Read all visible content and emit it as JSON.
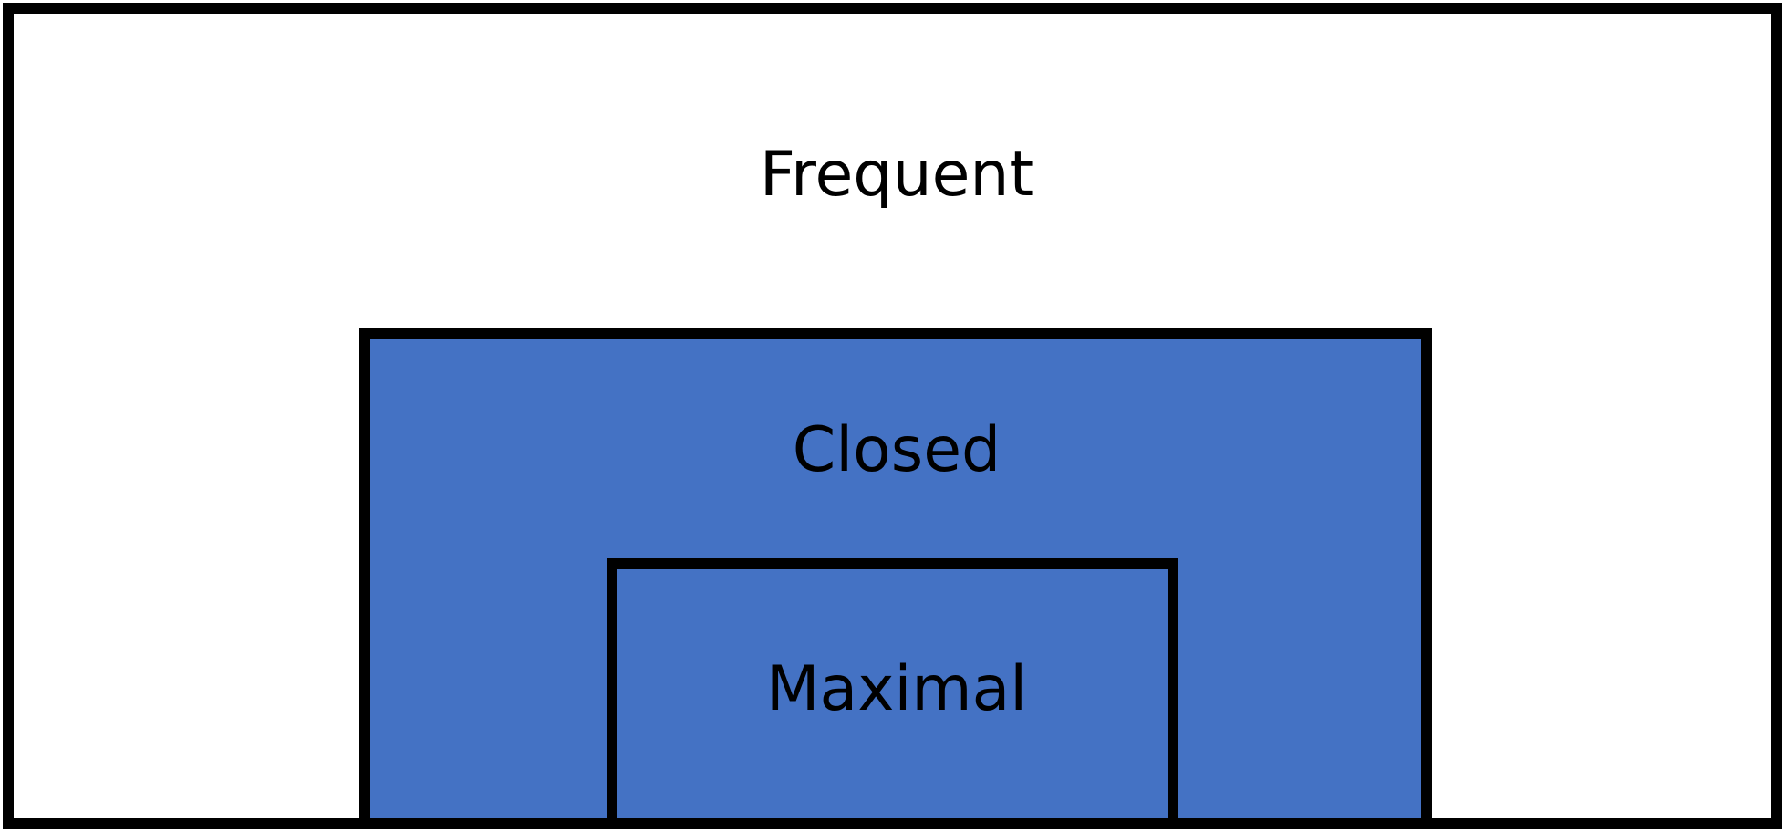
{
  "diagram": {
    "sets": [
      {
        "id": "frequent",
        "label": "Frequent",
        "fill": "#FFFFFF"
      },
      {
        "id": "closed",
        "label": "Closed",
        "fill": "#4472C4"
      },
      {
        "id": "maximal",
        "label": "Maximal",
        "fill": "#4472C4"
      }
    ],
    "border_color": "#000000"
  }
}
